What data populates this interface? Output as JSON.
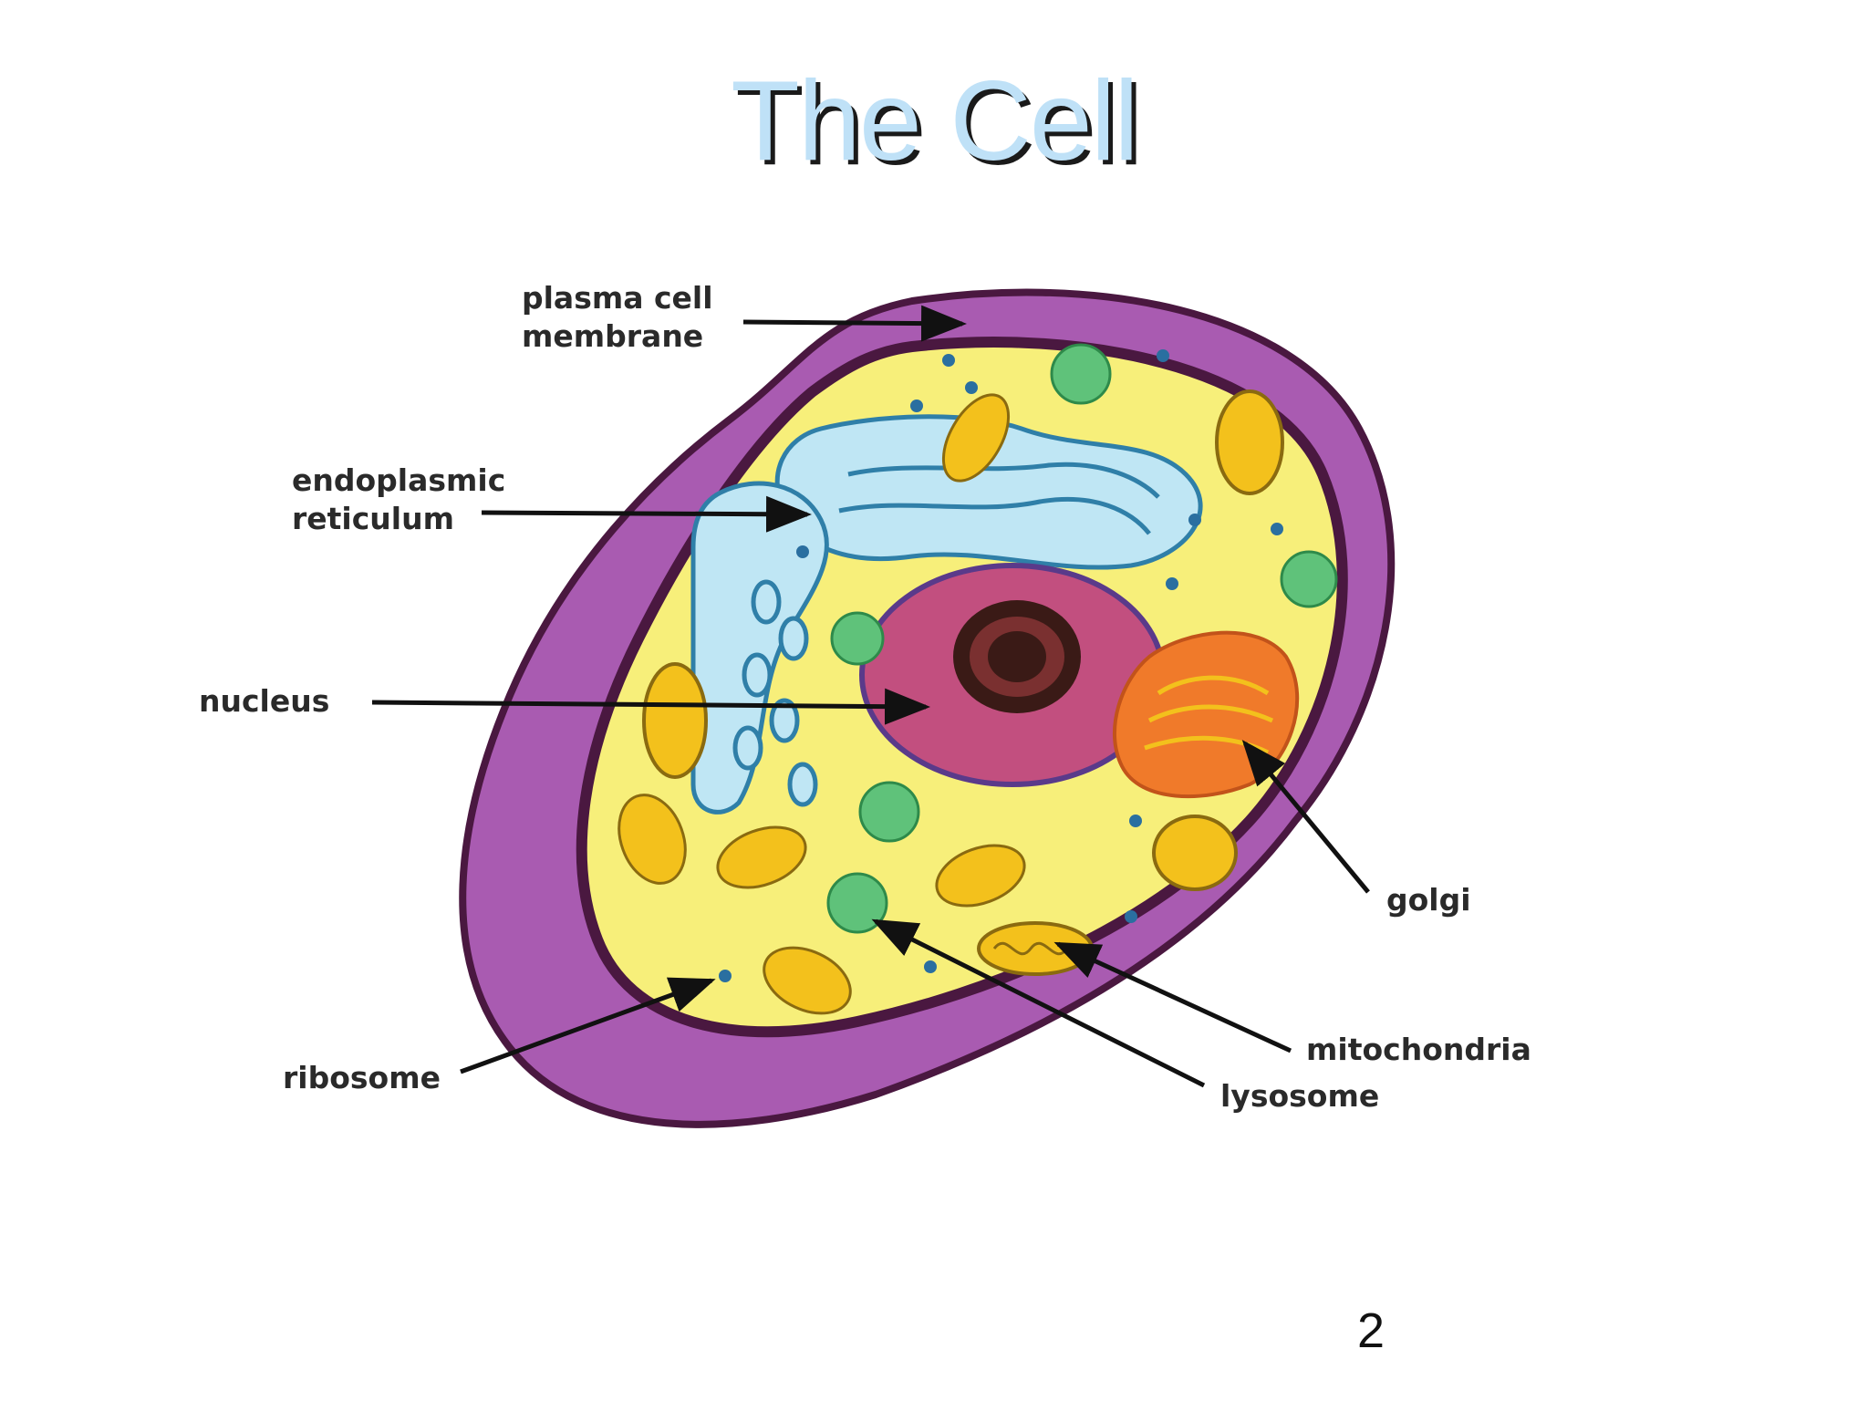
{
  "slide": {
    "title": "The Cell",
    "page_number": "2"
  },
  "diagram": {
    "labels": {
      "membrane_line1": "plasma cell",
      "membrane_line2": "membrane",
      "er_line1": "endoplasmic",
      "er_line2": "reticulum",
      "nucleus": "nucleus",
      "ribosome": "ribosome",
      "golgi": "golgi",
      "mitochondria": "mitochondria",
      "lysosome": "lysosome"
    },
    "colors": {
      "membrane": "#a95bb1",
      "membrane_edge": "#4a1840",
      "cytoplasm": "#f7ef7a",
      "er": "#bfe6f4",
      "er_edge": "#2f7fa8",
      "nucleus": "#c24f7f",
      "nucleolus": "#3a1a16",
      "golgi": "#f07a2a",
      "lysosome": "#5fc27a",
      "mitochondria": "#f3c11c",
      "ribosome": "#2a6fa0"
    }
  }
}
